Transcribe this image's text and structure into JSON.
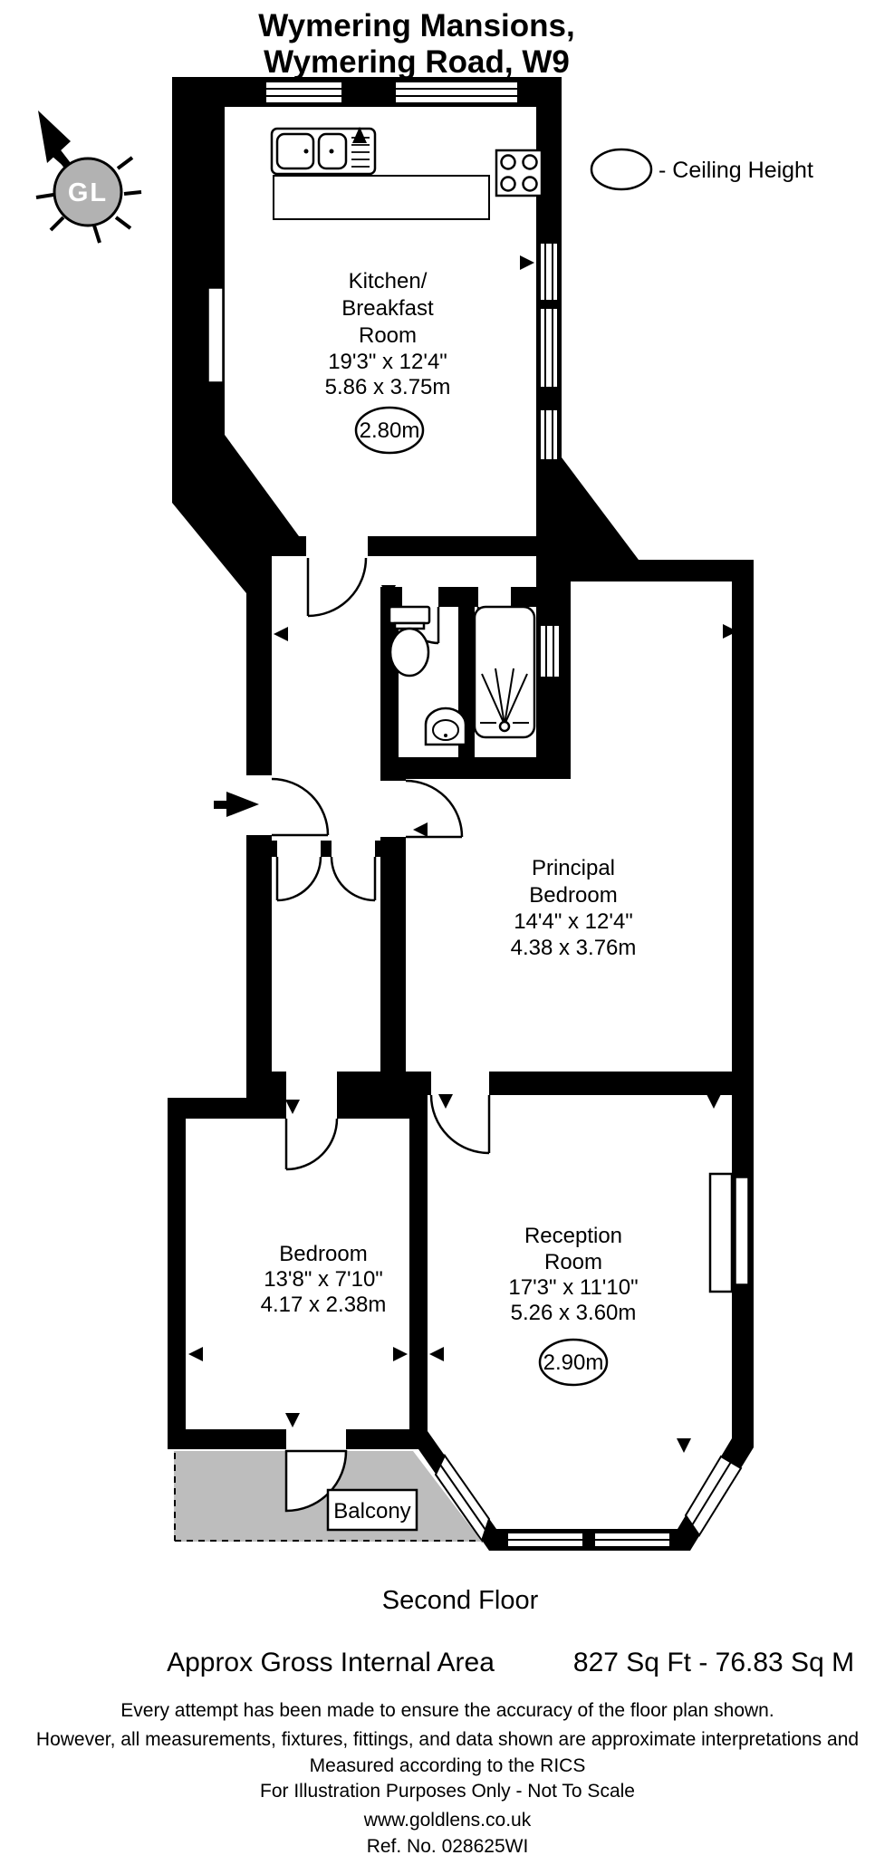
{
  "title": {
    "line1": "Wymering Mansions,",
    "line2": "Wymering Road, W9"
  },
  "compass": {
    "label": "GL"
  },
  "legend": {
    "ceiling_height_label": "- Ceiling Height"
  },
  "rooms": {
    "kitchen": {
      "line1": "Kitchen/",
      "line2": "Breakfast",
      "line3": "Room",
      "size_imperial": "19'3\" x 12'4\"",
      "size_metric": "5.86 x 3.75m",
      "ceiling_height": "2.80m"
    },
    "principal_bedroom": {
      "line1": "Principal",
      "line2": "Bedroom",
      "size_imperial": "14'4\" x 12'4\"",
      "size_metric": "4.38 x 3.76m"
    },
    "bedroom": {
      "line1": "Bedroom",
      "size_imperial": "13'8\" x 7'10\"",
      "size_metric": "4.17 x 2.38m"
    },
    "reception": {
      "line1": "Reception",
      "line2": "Room",
      "size_imperial": "17'3\" x 11'10\"",
      "size_metric": "5.26 x 3.60m",
      "ceiling_height": "2.90m"
    },
    "balcony": {
      "label": "Balcony"
    }
  },
  "footer": {
    "floor_label": "Second Floor",
    "area_label": "Approx Gross Internal Area",
    "area_value": "827 Sq Ft - 76.83 Sq M",
    "disclaimer_line1": "Every attempt has been made to ensure the accuracy of the floor plan shown.",
    "disclaimer_line2": "However, all measurements, fixtures, fittings, and data shown are approximate interpretations and",
    "disclaimer_line3": "Measured according to the RICS",
    "disclaimer_line4": "For Illustration Purposes Only - Not To Scale",
    "website": "www.goldlens.co.uk",
    "reference": "Ref. No. 028625WI"
  },
  "colors": {
    "wall": "#000000",
    "balcony_fill": "#bdbdbd",
    "compass_fill": "#b2b2b2"
  }
}
